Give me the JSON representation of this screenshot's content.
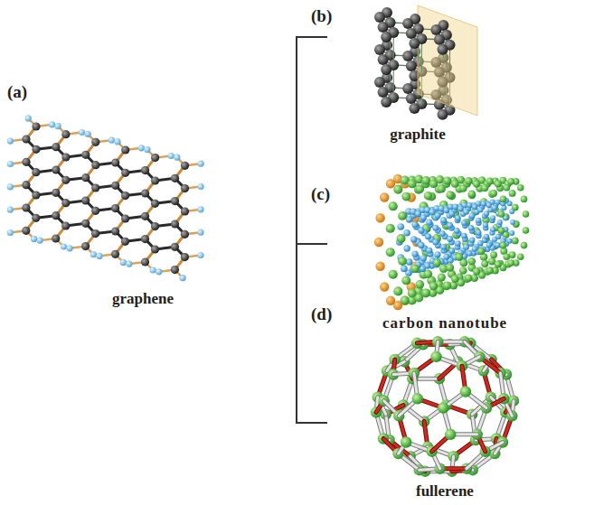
{
  "diagram": {
    "labels": [
      "(a)",
      "graphene",
      "(b)",
      "graphite",
      "(c)",
      "carbon nanotube",
      "(d)",
      "fullerene"
    ]
  }
}
